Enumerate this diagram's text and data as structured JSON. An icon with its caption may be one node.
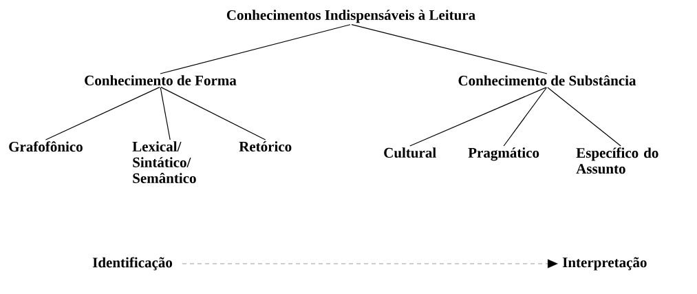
{
  "diagram": {
    "nodes": [
      {
        "text": [
          "Conhecimentos Indispensáveis à Leitura"
        ]
      },
      {
        "text": [
          "Conhecimento de Forma"
        ]
      },
      {
        "text": [
          "Conhecimento de Substância"
        ]
      },
      {
        "text": [
          "Grafofônico"
        ]
      },
      {
        "text": [
          "Lexical/ Sintático/ Semântico"
        ]
      },
      {
        "text": [
          "Retórico"
        ]
      },
      {
        "text": [
          "Cultural"
        ]
      },
      {
        "text": [
          "Pragmático"
        ]
      },
      {
        "text": [
          "Específico do Assunto"
        ]
      },
      {
        "text": [
          "Identificação"
        ]
      },
      {
        "text": [
          "Interpretação"
        ]
      }
    ],
    "edges": [
      {
        "from": 0,
        "to": 1,
        "arrow": "none"
      },
      {
        "from": 0,
        "to": 2,
        "arrow": "none"
      },
      {
        "from": 1,
        "to": 3,
        "arrow": "none"
      },
      {
        "from": 1,
        "to": 4,
        "arrow": "none"
      },
      {
        "from": 1,
        "to": 5,
        "arrow": "none"
      },
      {
        "from": 2,
        "to": 6,
        "arrow": "none"
      },
      {
        "from": 2,
        "to": 7,
        "arrow": "none"
      },
      {
        "from": 2,
        "to": 8,
        "arrow": "none"
      },
      {
        "from": 9,
        "to": 10,
        "arrow": "to",
        "style": "dashed"
      }
    ]
  }
}
